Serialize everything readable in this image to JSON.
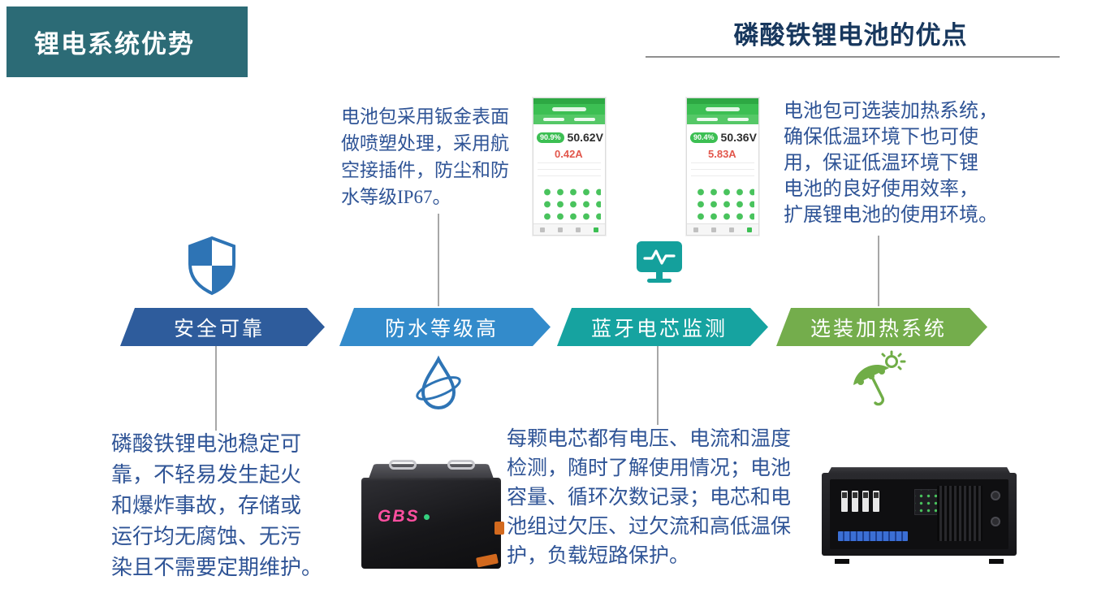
{
  "header": {
    "badge_title": "锂电系统优势",
    "page_title": "磷酸铁锂电池的优点"
  },
  "banners": [
    {
      "label": "安全可靠",
      "color": "#2e5c9c"
    },
    {
      "label": "防水等级高",
      "color": "#338bcb"
    },
    {
      "label": "蓝牙电芯监测",
      "color": "#16a3a0"
    },
    {
      "label": "选装加热系统",
      "color": "#74ad4c"
    }
  ],
  "notes": {
    "waterproof": "电池包采用钣金表面\n做喷塑处理，采用航\n空接插件，防尘和防\n水等级IP67。",
    "heating": "电池包可选装加热系统，\n确保低温环境下也可使\n用，保证低温环境下锂\n电池的良好使用效率，\n扩展锂电池的使用环境。",
    "safety": "磷酸铁锂电池稳定可\n靠，不轻易发生起火\n和爆炸事故，存储或\n运行均无腐蚀、无污\n染且不需要定期维护。",
    "monitoring": "每颗电芯都有电压、电流和温度\n检测，随时了解使用情况；电池\n容量、循环次数记录；电芯和电\n池组过欠压、过欠流和高低温保\n护，负载短路保护。"
  },
  "app_screens": {
    "group1": {
      "percent": "90.9%",
      "voltage": "50.62V",
      "current": "0.42A"
    },
    "group2": {
      "percent": "90.4%",
      "voltage": "50.36V",
      "current": "5.83A"
    }
  },
  "battery": {
    "brand": "GBS"
  },
  "icons": {
    "safety": "shield-check-icon",
    "waterproof": "water-drop-icon",
    "monitoring": "monitor-pulse-icon",
    "heating": "sun-umbrella-icon"
  },
  "colors": {
    "badge_bg": "#2c6b76",
    "title_text": "#17375d",
    "note_text": "#2f5496",
    "connector": "#a7a7a7",
    "app_green": "#3cbf53",
    "current_red": "#e2574c",
    "gbs_pink": "#ff4fa0"
  }
}
